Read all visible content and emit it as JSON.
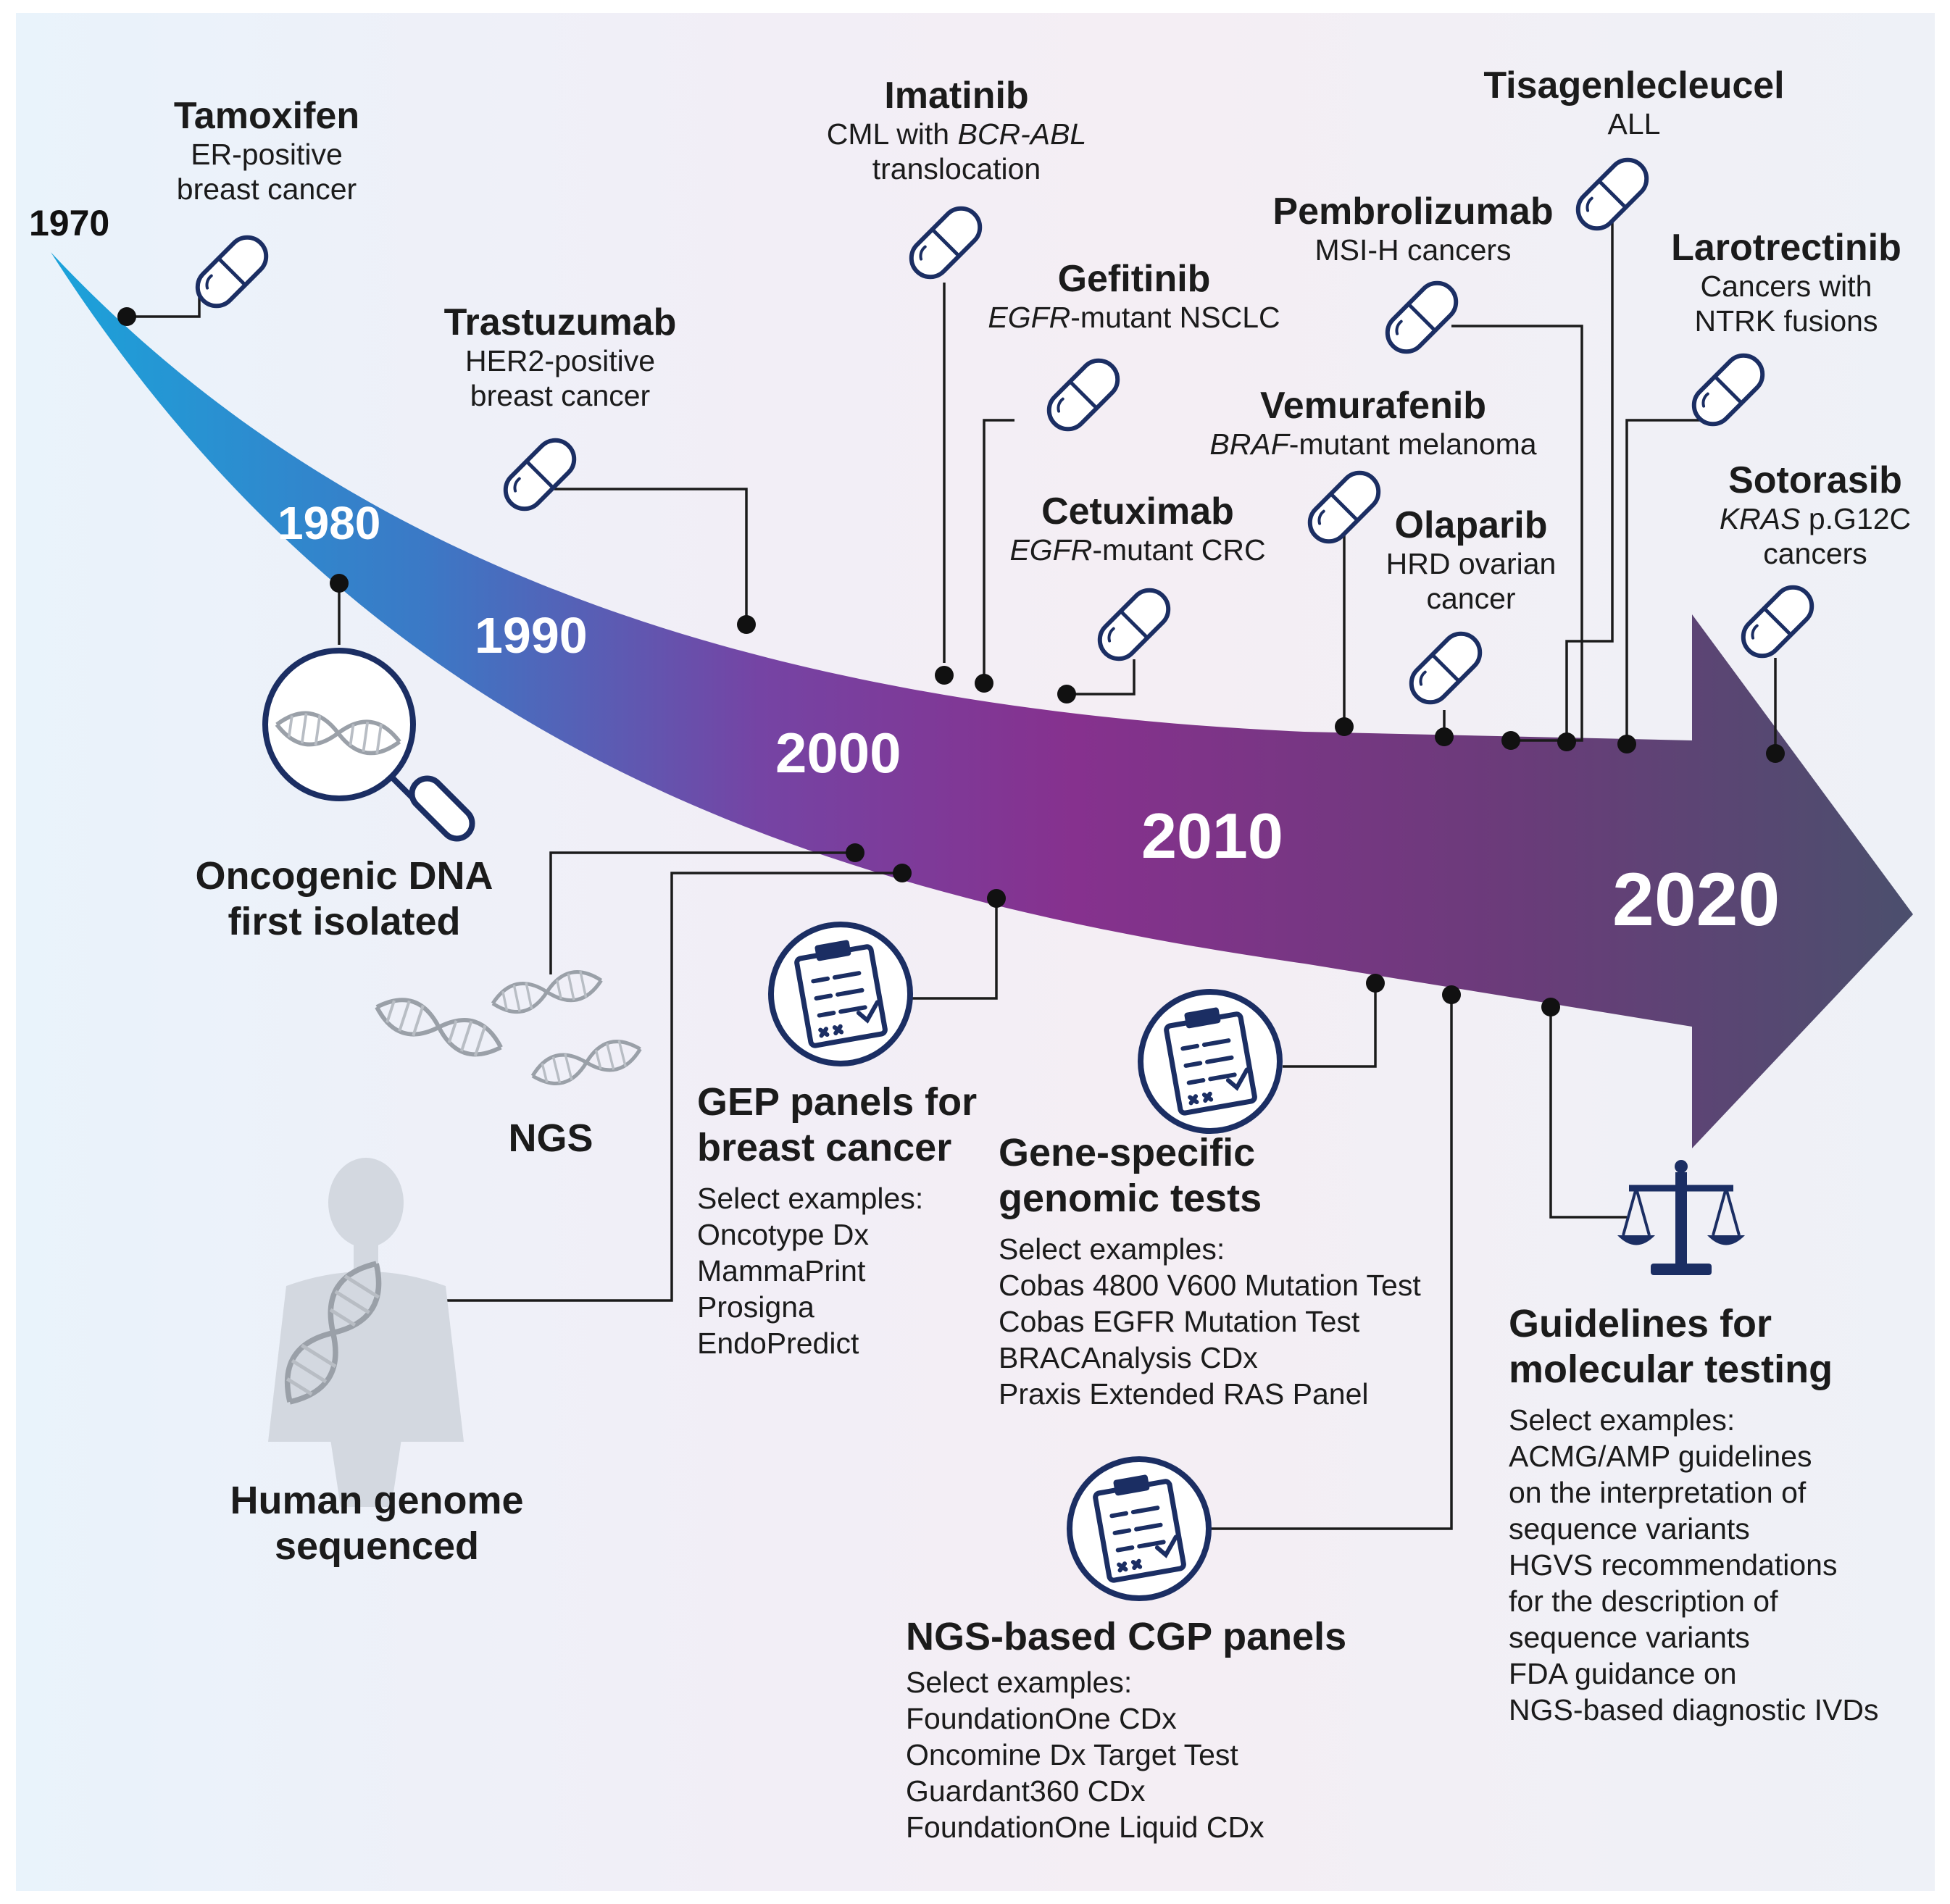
{
  "years": [
    "1970",
    "1980",
    "1990",
    "2000",
    "2010",
    "2020"
  ],
  "drugs": [
    {
      "name": "Tamoxifen",
      "indication": "ER-positive\nbreast cancer"
    },
    {
      "name": "Trastuzumab",
      "indication": "HER2-positive\nbreast cancer"
    },
    {
      "name": "Imatinib",
      "indication_pre": "CML with ",
      "indication_italic": "BCR-ABL",
      "indication_post": "\ntranslocation"
    },
    {
      "name": "Gefitinib",
      "indication_italic": "EGFR",
      "indication_post": "-mutant NSCLC"
    },
    {
      "name": "Cetuximab",
      "indication_italic": "EGFR",
      "indication_post": "-mutant CRC"
    },
    {
      "name": "Vemurafenib",
      "indication_italic": "BRAF",
      "indication_post": "-mutant melanoma"
    },
    {
      "name": "Pembrolizumab",
      "indication": "MSI-H cancers"
    },
    {
      "name": "Olaparib",
      "indication": "HRD ovarian\ncancer"
    },
    {
      "name": "Tisagenlecleucel",
      "indication": "ALL"
    },
    {
      "name": "Larotrectinib",
      "indication": "Cancers with\nNTRK fusions"
    },
    {
      "name": "Sotorasib",
      "indication_italic": "KRAS",
      "indication_post": " p.G12C\ncancers"
    }
  ],
  "events": {
    "oncogenic_dna": "Oncogenic DNA\nfirst isolated",
    "ngs": "NGS",
    "human_genome": "Human genome\nsequenced"
  },
  "tests": {
    "gep": {
      "title": "GEP panels for\nbreast cancer",
      "intro": "Select examples:",
      "items": [
        "Oncotype Dx",
        "MammaPrint",
        "Prosigna",
        "EndoPredict"
      ]
    },
    "gene_specific": {
      "title": "Gene-specific\ngenomic tests",
      "intro": "Select examples:",
      "items": [
        "Cobas 4800 V600 Mutation Test",
        "Cobas EGFR Mutation Test",
        "BRACAnalysis CDx",
        "Praxis Extended RAS Panel"
      ]
    },
    "cgp": {
      "title": "NGS-based CGP panels",
      "intro": "Select examples:",
      "items": [
        "FoundationOne CDx",
        "Oncomine Dx Target Test",
        "Guardant360 CDx",
        "FoundationOne Liquid CDx"
      ]
    },
    "guidelines": {
      "title": "Guidelines for\nmolecular testing",
      "intro": "Select examples:",
      "items": [
        "ACMG/AMP guidelines\non the interpretation of\nsequence variants",
        "HGVS recommendations\nfor the description of\nsequence variants",
        "FDA guidance on\nNGS-based diagnostic IVDs"
      ]
    }
  },
  "colors": {
    "arrow_start": "#1ba3da",
    "arrow_mid": "#86318e",
    "arrow_end": "#4b4f6d",
    "icon_navy": "#1b2e63",
    "connector": "#1b1b1b"
  }
}
